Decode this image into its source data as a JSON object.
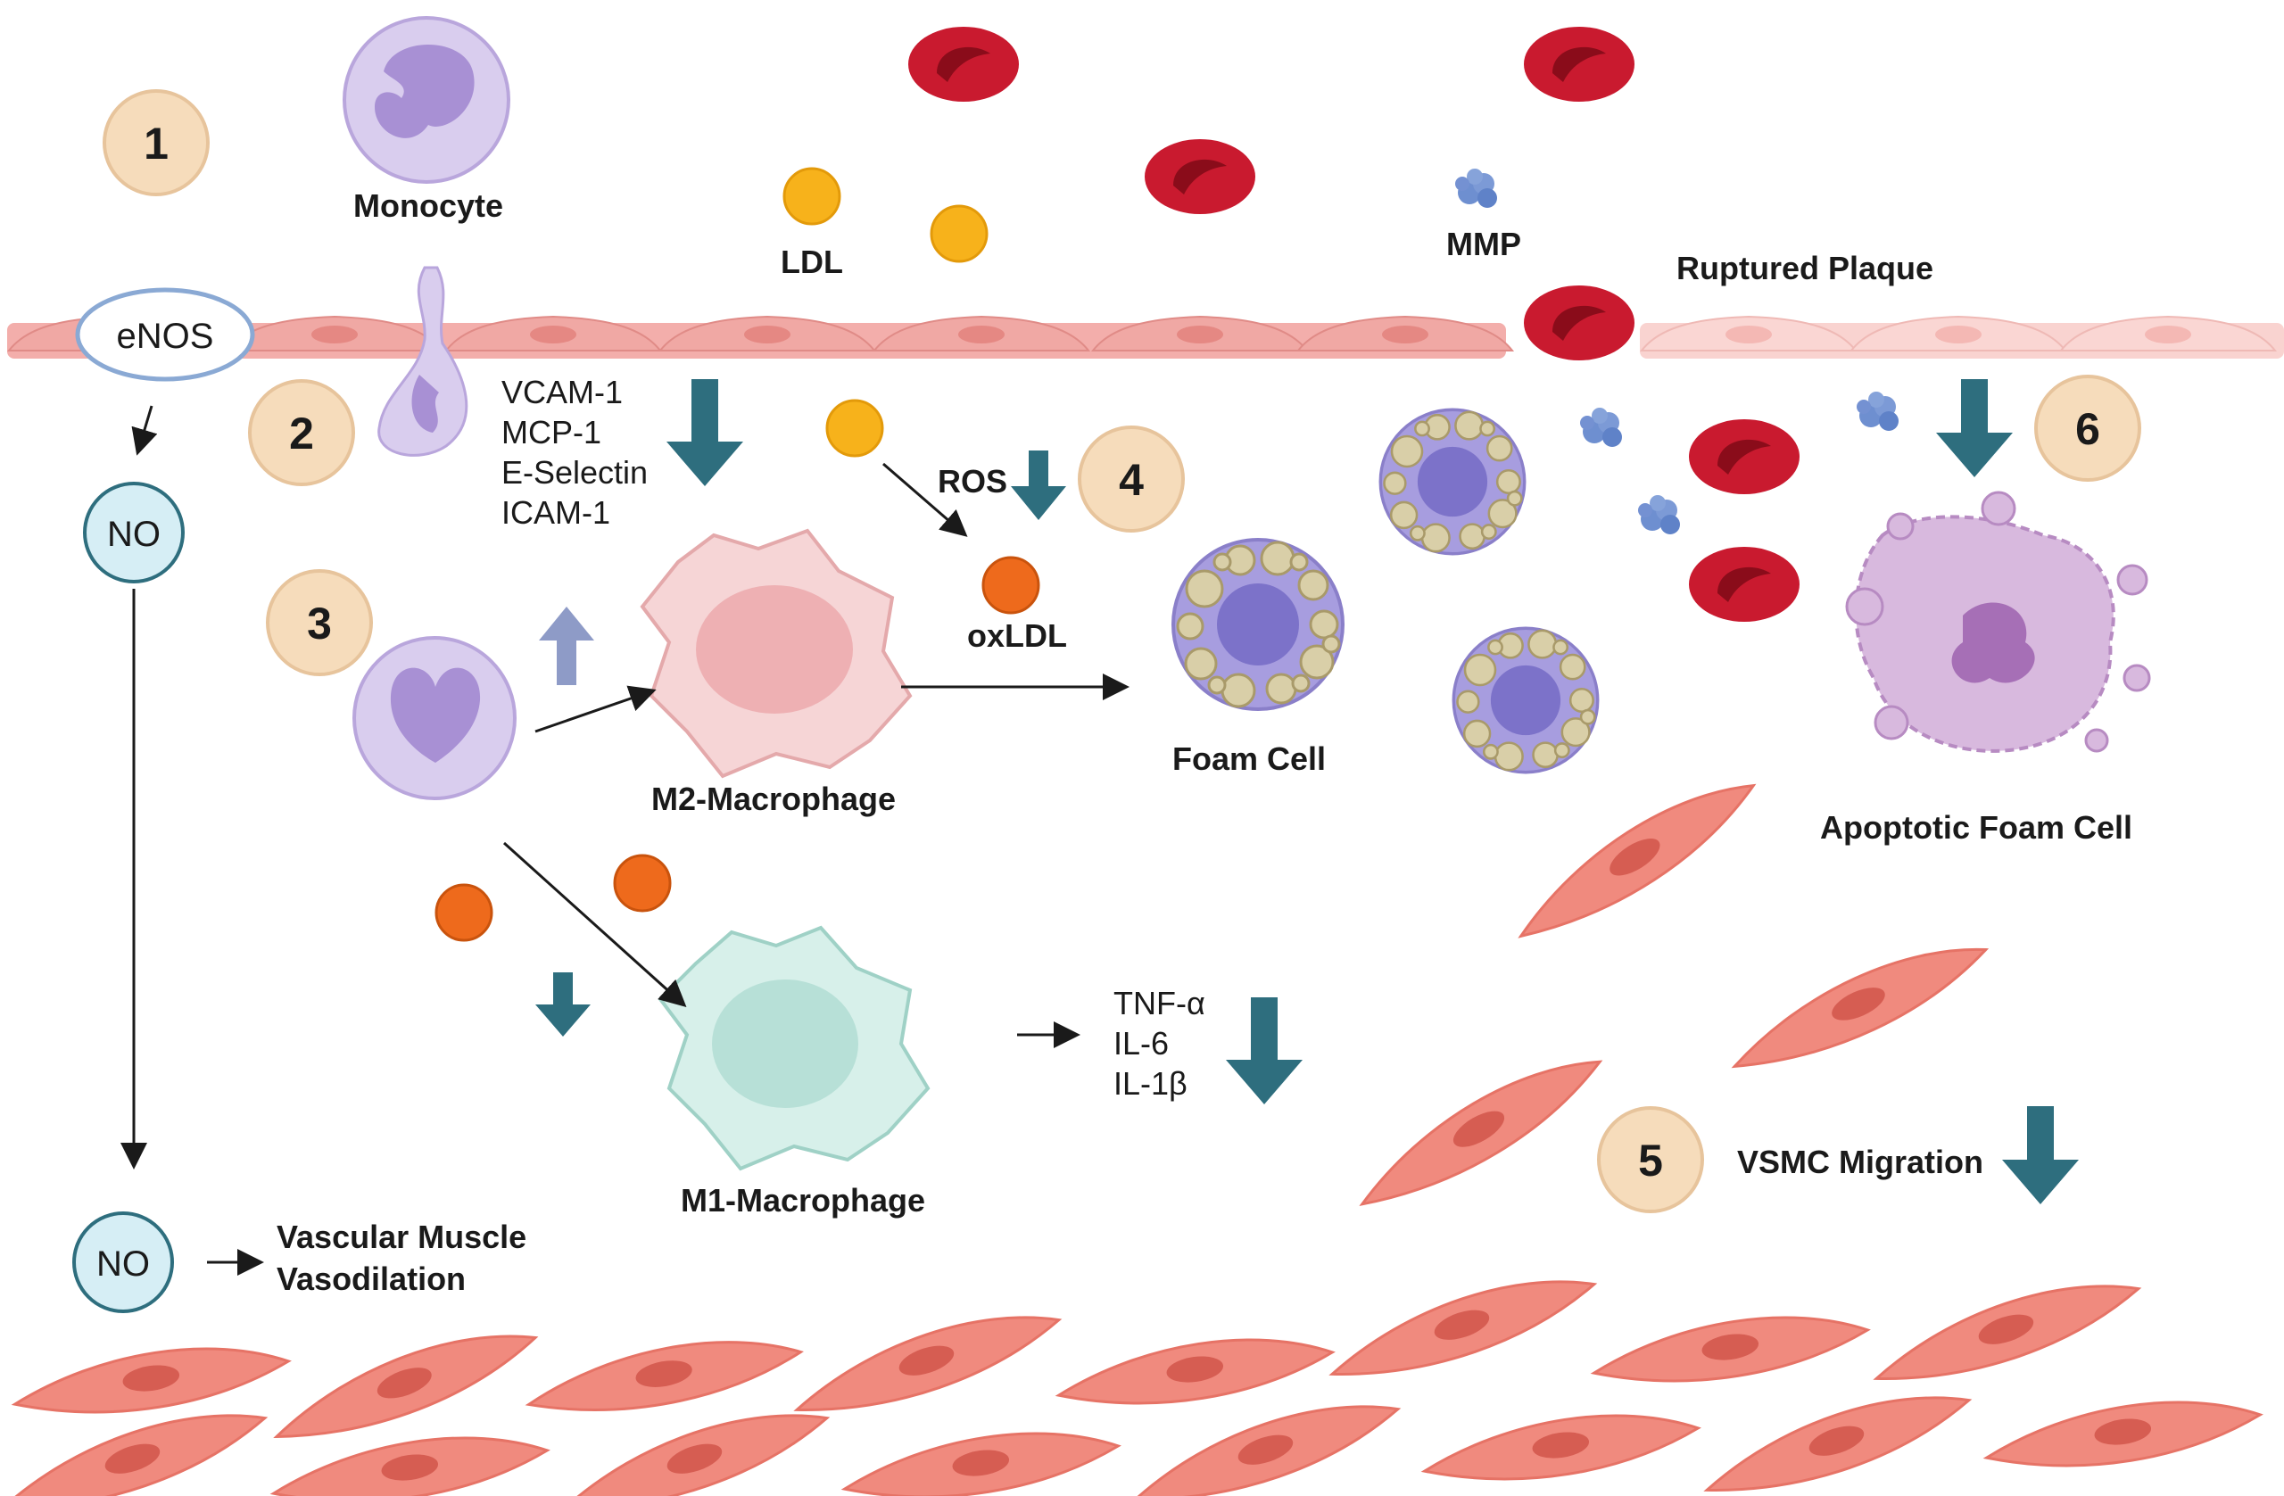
{
  "steps": [
    "1",
    "2",
    "3",
    "4",
    "5",
    "6"
  ],
  "labels": {
    "monocyte": "Monocyte",
    "ldl": "LDL",
    "mmp": "MMP",
    "ruptured_plaque": "Ruptured Plaque",
    "enos": "eNOS",
    "no_top": "NO",
    "no_bottom": "NO",
    "adhesion": [
      "VCAM-1",
      "MCP-1",
      "E-Selectin",
      "ICAM-1"
    ],
    "ros": "ROS",
    "oxldl": "oxLDL",
    "m2": "M2-Macrophage",
    "m1": "M1-Macrophage",
    "foam_cell": "Foam Cell",
    "apoptotic_foam_cell": "Apoptotic Foam Cell",
    "cytokines": [
      "TNF-α",
      "IL-6",
      "IL-1β"
    ],
    "vsmc_migration": "VSMC Migration",
    "vasodilation": [
      "Vascular Muscle",
      "Vasodilation"
    ]
  },
  "colors": {
    "endothelium": "#f2a9a6",
    "endothelium_ruptured": "#f9d3d0",
    "rbc": "#c4162a",
    "ldl": "#f7b21b",
    "oxldl": "#ee6a1c",
    "step_circle": "#f6dcbb",
    "down_arrow": "#2e6e7e",
    "up_arrow": "#8e9bc7",
    "vsmc": "#f08a7e",
    "no_circle": "#d6eef5",
    "monocyte": "#cdbde8",
    "m2": "#f7d2d4",
    "m1": "#c8ece4",
    "foam": "#a99ee0"
  }
}
